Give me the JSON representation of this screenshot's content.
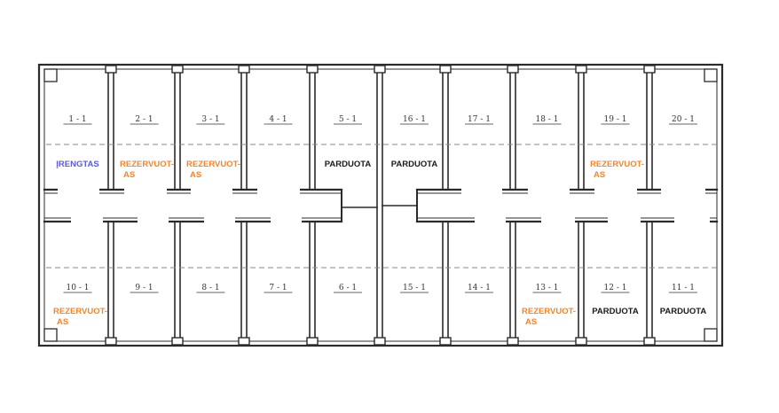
{
  "colors": {
    "wall": "#2b2b2b",
    "sold": "#1a1a1a",
    "reserved": "#f5862a",
    "fitted": "#5a5ad6",
    "dash": "#8a8a8a"
  },
  "top_units": [
    {
      "label": "1 - 1",
      "status_lines": [
        "ĮRENGTAS"
      ],
      "status": "fitted"
    },
    {
      "label": "2 - 1",
      "status_lines": [
        "REZERVUOT-",
        "AS"
      ],
      "status": "reserved"
    },
    {
      "label": "3 - 1",
      "status_lines": [
        "REZERVUOT-",
        "AS"
      ],
      "status": "reserved"
    },
    {
      "label": "4 - 1",
      "status_lines": [],
      "status": ""
    },
    {
      "label": "5 - 1",
      "status_lines": [
        "PARDUOTA"
      ],
      "status": "sold"
    },
    {
      "label": "16 - 1",
      "status_lines": [
        "PARDUOTA"
      ],
      "status": "sold"
    },
    {
      "label": "17 - 1",
      "status_lines": [],
      "status": ""
    },
    {
      "label": "18 - 1",
      "status_lines": [],
      "status": ""
    },
    {
      "label": "19 - 1",
      "status_lines": [
        "REZERVUOT-",
        "AS"
      ],
      "status": "reserved"
    },
    {
      "label": "20 - 1",
      "status_lines": [],
      "status": ""
    }
  ],
  "bottom_units": [
    {
      "label": "10 - 1",
      "status_lines": [
        "REZERVUOT-",
        "AS"
      ],
      "status": "reserved"
    },
    {
      "label": "9 - 1",
      "status_lines": [],
      "status": ""
    },
    {
      "label": "8 - 1",
      "status_lines": [],
      "status": ""
    },
    {
      "label": "7 - 1",
      "status_lines": [],
      "status": ""
    },
    {
      "label": "6 - 1",
      "status_lines": [],
      "status": ""
    },
    {
      "label": "15 - 1",
      "status_lines": [],
      "status": ""
    },
    {
      "label": "14 - 1",
      "status_lines": [],
      "status": ""
    },
    {
      "label": "13 - 1",
      "status_lines": [
        "REZERVUOT-",
        "AS"
      ],
      "status": "reserved"
    },
    {
      "label": "12 - 1",
      "status_lines": [
        "PARDUOTA"
      ],
      "status": "sold"
    },
    {
      "label": "11 - 1",
      "status_lines": [
        "PARDUOTA"
      ],
      "status": "sold"
    }
  ]
}
